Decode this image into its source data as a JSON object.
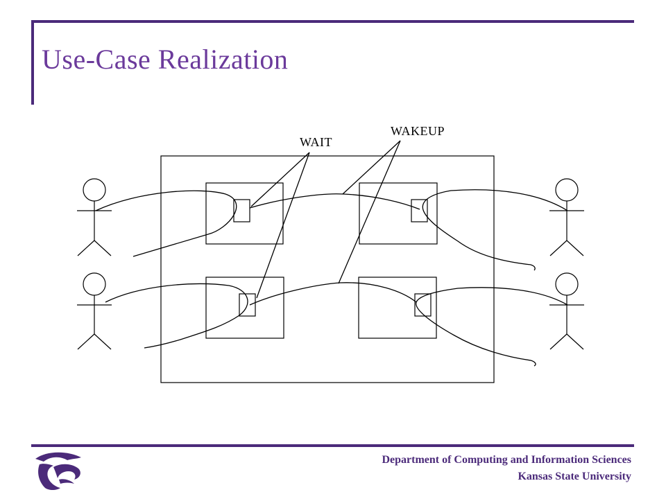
{
  "slide": {
    "title": "Use-Case Realization"
  },
  "diagram": {
    "labels": {
      "wait": "WAIT",
      "wakeup": "WAKEUP"
    },
    "actors": [
      "actor",
      "actor",
      "actor",
      "actor"
    ]
  },
  "footer": {
    "department": "Department of Computing and Information Sciences",
    "university": "Kansas State University",
    "logo_icon": "wildcat-logo-icon"
  },
  "colors": {
    "brand_purple": "#4b2a7a",
    "title_purple": "#6b3a9b",
    "line": "#000000",
    "background": "#ffffff"
  }
}
